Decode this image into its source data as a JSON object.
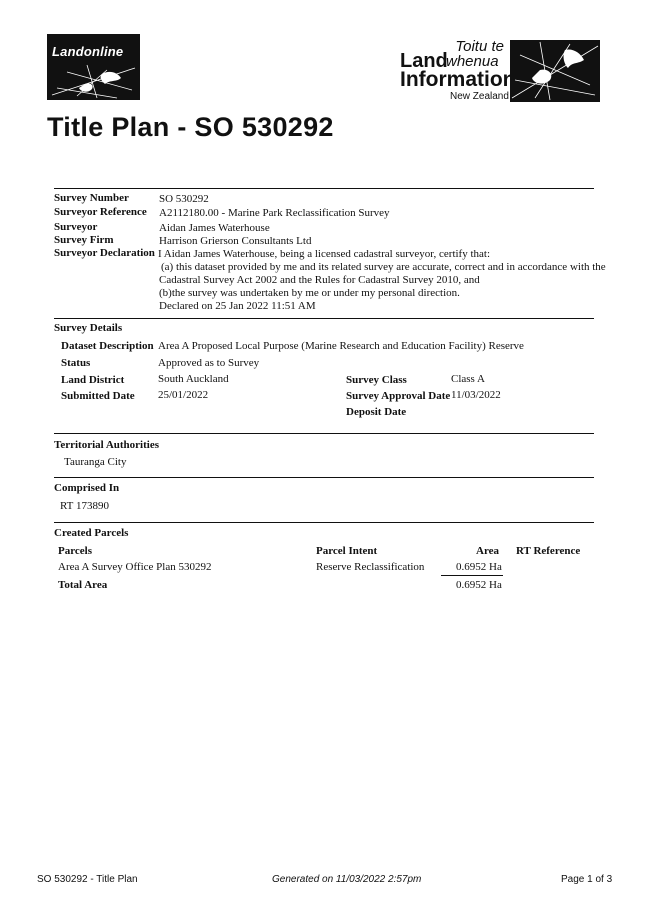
{
  "header": {
    "landonline_logo_text": "Landonline",
    "linz_toitu": "Toitu te",
    "linz_land": "Land",
    "linz_whenua": "whenua",
    "linz_information": "Information",
    "linz_country": "New Zealand"
  },
  "title": "Title Plan - SO 530292",
  "survey": {
    "number_label": "Survey Number",
    "number": "SO 530292",
    "reference_label": "Surveyor Reference",
    "reference": "A2112180.00 - Marine Park Reclassification Survey",
    "surveyor_label": "Surveyor",
    "surveyor": "Aidan James Waterhouse",
    "firm_label": "Survey Firm",
    "firm": "Harrison Grierson Consultants Ltd",
    "declaration_label": "Surveyor Declaration",
    "declaration_lines": [
      "I Aidan James Waterhouse, being a licensed cadastral surveyor, certify that:",
      "(a) this dataset provided by me and its related survey are accurate, correct and in accordance with the",
      "Cadastral Survey Act 2002 and the Rules for Cadastral Survey 2010, and",
      "(b)the survey was undertaken by me or under my personal direction.",
      "Declared on 25 Jan 2022 11:51 AM"
    ]
  },
  "details": {
    "heading": "Survey Details",
    "dataset_label": "Dataset Description",
    "dataset": "Area A Proposed Local Purpose (Marine Research and Education Facility) Reserve",
    "status_label": "Status",
    "status": "Approved as to Survey",
    "district_label": "Land District",
    "district": "South Auckland",
    "submitted_label": "Submitted Date",
    "submitted": "25/01/2022",
    "class_label": "Survey Class",
    "class": "Class A",
    "approval_label": "Survey Approval Date",
    "approval": "11/03/2022",
    "deposit_label": "Deposit Date",
    "deposit": ""
  },
  "territorial": {
    "heading": "Territorial Authorities",
    "value": "Tauranga City"
  },
  "comprised": {
    "heading": "Comprised In",
    "value": "RT 173890"
  },
  "parcels": {
    "heading": "Created Parcels",
    "col_parcels": "Parcels",
    "col_intent": "Parcel Intent",
    "col_area": "Area",
    "col_rt": "RT Reference",
    "rows": [
      {
        "parcel": "Area A Survey Office Plan 530292",
        "intent": "Reserve Reclassification",
        "area": "0.6952 Ha",
        "rt": ""
      }
    ],
    "total_label": "Total Area",
    "total": "0.6952 Ha"
  },
  "footer": {
    "left": "SO 530292 - Title Plan",
    "center": "Generated on 11/03/2022 2:57pm",
    "right": "Page 1 of 3"
  }
}
